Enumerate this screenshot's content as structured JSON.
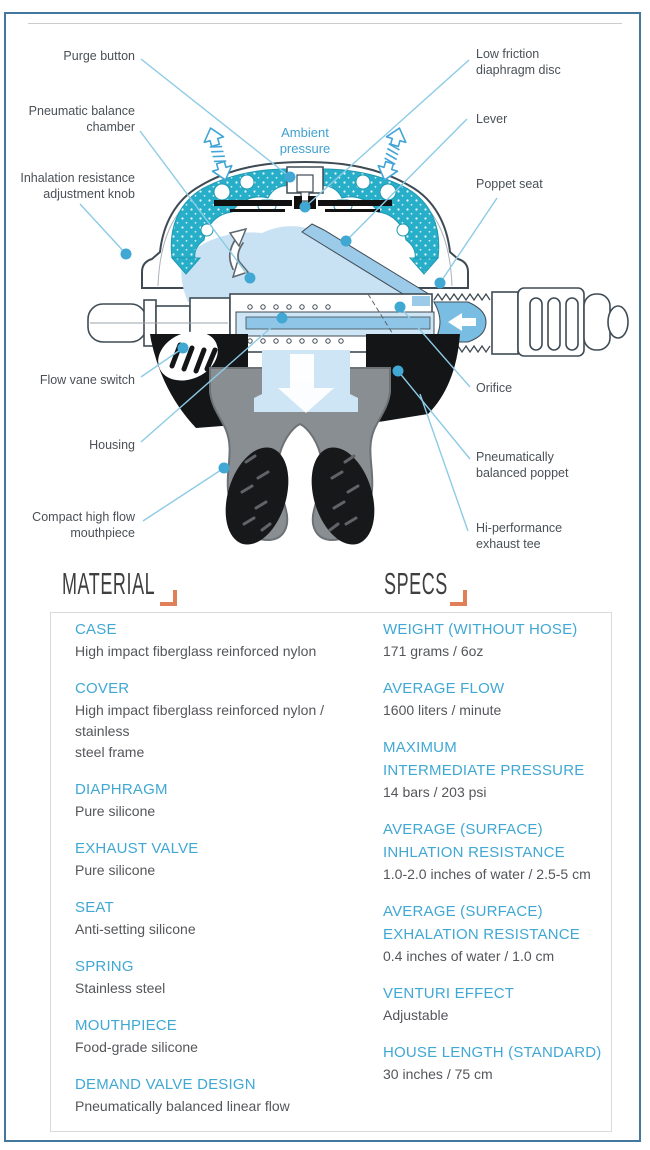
{
  "colors": {
    "frame_border_blue": "#44779e",
    "accent_blue": "#41a8d4",
    "label_gray": "#4a5056",
    "heading_dark": "#3f3f41",
    "bracket_orange": "#df8058",
    "teal_speckle": "#27afc9",
    "chamber_light_blue": "#c9e2f3",
    "tube_mid_blue": "#8fc6e8",
    "outline_dark": "#3f4b54",
    "mouthpiece_gray": "#898e92",
    "wing_black": "#141517"
  },
  "diagram": {
    "ambient": {
      "lines": [
        "Ambient",
        "pressure"
      ]
    },
    "labels_left": [
      {
        "id": "purge-button",
        "lines": [
          "Purge button"
        ]
      },
      {
        "id": "pneumatic-balance-chamber",
        "lines": [
          "Pneumatic balance",
          "chamber"
        ]
      },
      {
        "id": "inhalation-resistance-adjustment-knob",
        "lines": [
          "Inhalation resistance",
          "adjustment knob"
        ]
      },
      {
        "id": "flow-vane-switch",
        "lines": [
          "Flow vane switch"
        ]
      },
      {
        "id": "housing",
        "lines": [
          "Housing"
        ]
      },
      {
        "id": "compact-high-flow-mouthpiece",
        "lines": [
          "Compact high flow",
          "mouthpiece"
        ]
      }
    ],
    "labels_right": [
      {
        "id": "low-friction-diaphragm-disc",
        "lines": [
          "Low friction",
          "diaphragm disc"
        ]
      },
      {
        "id": "lever",
        "lines": [
          "Lever"
        ]
      },
      {
        "id": "poppet-seat",
        "lines": [
          "Poppet seat"
        ]
      },
      {
        "id": "orifice",
        "lines": [
          "Orifice"
        ]
      },
      {
        "id": "pneumatically-balanced-poppet",
        "lines": [
          "Pneumatically",
          "balanced poppet"
        ]
      },
      {
        "id": "hi-performance-exhaust-tee",
        "lines": [
          "Hi-performance",
          "exhaust tee"
        ]
      }
    ]
  },
  "material": {
    "title": "MATERIAL",
    "items": [
      {
        "name": [
          "CASE"
        ],
        "value": [
          "High impact fiberglass reinforced nylon"
        ]
      },
      {
        "name": [
          "COVER"
        ],
        "value": [
          "High impact fiberglass reinforced nylon / stainless",
          "steel frame"
        ]
      },
      {
        "name": [
          "DIAPHRAGM"
        ],
        "value": [
          "Pure silicone"
        ]
      },
      {
        "name": [
          "EXHAUST VALVE"
        ],
        "value": [
          "Pure silicone"
        ]
      },
      {
        "name": [
          "SEAT"
        ],
        "value": [
          "Anti-setting silicone"
        ]
      },
      {
        "name": [
          "SPRING"
        ],
        "value": [
          "Stainless steel"
        ]
      },
      {
        "name": [
          "MOUTHPIECE"
        ],
        "value": [
          "Food-grade silicone"
        ]
      },
      {
        "name": [
          "DEMAND VALVE DESIGN"
        ],
        "value": [
          "Pneumatically balanced linear flow"
        ]
      }
    ]
  },
  "specs": {
    "title": "SPECS",
    "items": [
      {
        "name": [
          "WEIGHT (WITHOUT HOSE)"
        ],
        "value": [
          "171 grams / 6oz"
        ]
      },
      {
        "name": [
          "AVERAGE FLOW"
        ],
        "value": [
          "1600 liters / minute"
        ]
      },
      {
        "name": [
          "MAXIMUM",
          "INTERMEDIATE PRESSURE"
        ],
        "value": [
          "14 bars / 203 psi"
        ]
      },
      {
        "name": [
          "AVERAGE (SURFACE)",
          "INHLATION RESISTANCE"
        ],
        "value": [
          "1.0-2.0 inches of water / 2.5-5 cm"
        ]
      },
      {
        "name": [
          "AVERAGE (SURFACE)",
          "EXHALATION RESISTANCE"
        ],
        "value": [
          "0.4 inches of water / 1.0 cm"
        ]
      },
      {
        "name": [
          "VENTURI EFFECT"
        ],
        "value": [
          "Adjustable"
        ]
      },
      {
        "name": [
          "HOUSE LENGTH (STANDARD)"
        ],
        "value": [
          "30 inches / 75 cm"
        ]
      }
    ]
  }
}
